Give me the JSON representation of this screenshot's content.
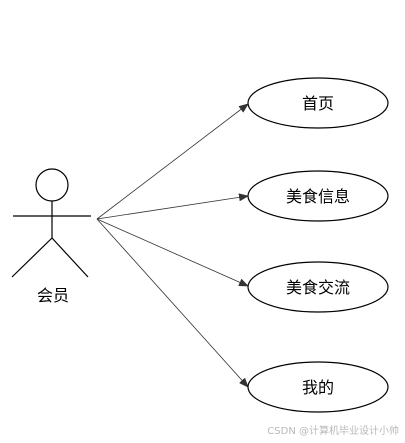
{
  "diagram": {
    "actor": {
      "label": "会员"
    },
    "use_cases": [
      {
        "label": "首页"
      },
      {
        "label": "美食信息"
      },
      {
        "label": "美食交流"
      },
      {
        "label": "我的"
      }
    ],
    "colors": {
      "stroke": "#000000",
      "line": "#333333",
      "background": "#ffffff"
    }
  },
  "watermark": {
    "text": "CSDN @计算机毕业设计小帅"
  }
}
